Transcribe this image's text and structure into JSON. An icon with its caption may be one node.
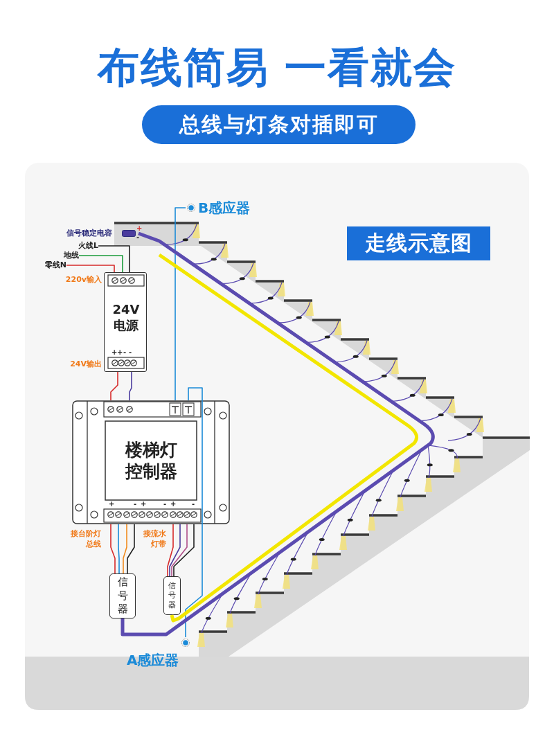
{
  "diagram": {
    "title": "布线简易 一看就会",
    "nodes": [
      {
        "text": [
          "总线与灯条对插即可"
        ]
      },
      {
        "text": [
          "走线示意图"
        ]
      },
      {
        "text": [
          "24V电源"
        ],
        "beside": [
          "220v输入",
          "24V输出"
        ]
      },
      {
        "text": [
          "楼梯灯控制器"
        ],
        "beside": [
          "接台阶灯总线",
          "接流水灯带"
        ]
      },
      {
        "text": [
          "信号器"
        ]
      },
      {
        "text": [
          "信号器"
        ]
      },
      {
        "text": [
          "B感应器"
        ]
      },
      {
        "text": [
          "A感应器"
        ]
      },
      {
        "text": [
          "信号稳定电容"
        ]
      },
      {
        "text": [
          "火线L"
        ]
      },
      {
        "text": [
          "地线"
        ]
      },
      {
        "text": [
          "零线N"
        ]
      }
    ],
    "edges": [
      {
        "from": 9,
        "to": 2,
        "arrow": "none",
        "color": "#222222"
      },
      {
        "from": 10,
        "to": 2,
        "arrow": "none",
        "color": "#1a9b3a"
      },
      {
        "from": 11,
        "to": 2,
        "arrow": "none",
        "color": "#d62a2a"
      },
      {
        "from": 2,
        "to": 3,
        "arrow": "none",
        "color": "#d62a2a"
      },
      {
        "from": 2,
        "to": 3,
        "arrow": "none",
        "color": "#4b3c9e"
      },
      {
        "from": 6,
        "to": 3,
        "arrow": "none",
        "color": "#1a8ad8"
      },
      {
        "from": 7,
        "to": 3,
        "arrow": "none",
        "color": "#1a8ad8"
      },
      {
        "from": 3,
        "to": 4,
        "arrow": "none",
        "color": "#d62a2a"
      },
      {
        "from": 3,
        "to": 4,
        "arrow": "none",
        "color": "#1a8ad8"
      },
      {
        "from": 3,
        "to": 4,
        "arrow": "none",
        "color": "#f08a1d"
      },
      {
        "from": 3,
        "to": 4,
        "arrow": "none",
        "color": "#222222"
      },
      {
        "from": 3,
        "to": 5,
        "arrow": "none",
        "color": "#d62a2a"
      },
      {
        "from": 3,
        "to": 5,
        "arrow": "none",
        "color": "#4b3c9e"
      },
      {
        "from": 3,
        "to": 5,
        "arrow": "none",
        "color": "#b0508a"
      },
      {
        "from": 3,
        "to": 5,
        "arrow": "none",
        "color": "#222222"
      },
      {
        "from": 4,
        "to": 8,
        "arrow": "none",
        "style": "thick",
        "color": "#5b4bb0"
      },
      {
        "from": 5,
        "to": null,
        "arrow": "none",
        "style": "thick",
        "color": "#f2e600"
      }
    ],
    "labels": [
      "+",
      "-",
      "+",
      "+",
      "-",
      "-",
      "+",
      "-",
      "+",
      "-",
      "+",
      "-"
    ]
  }
}
